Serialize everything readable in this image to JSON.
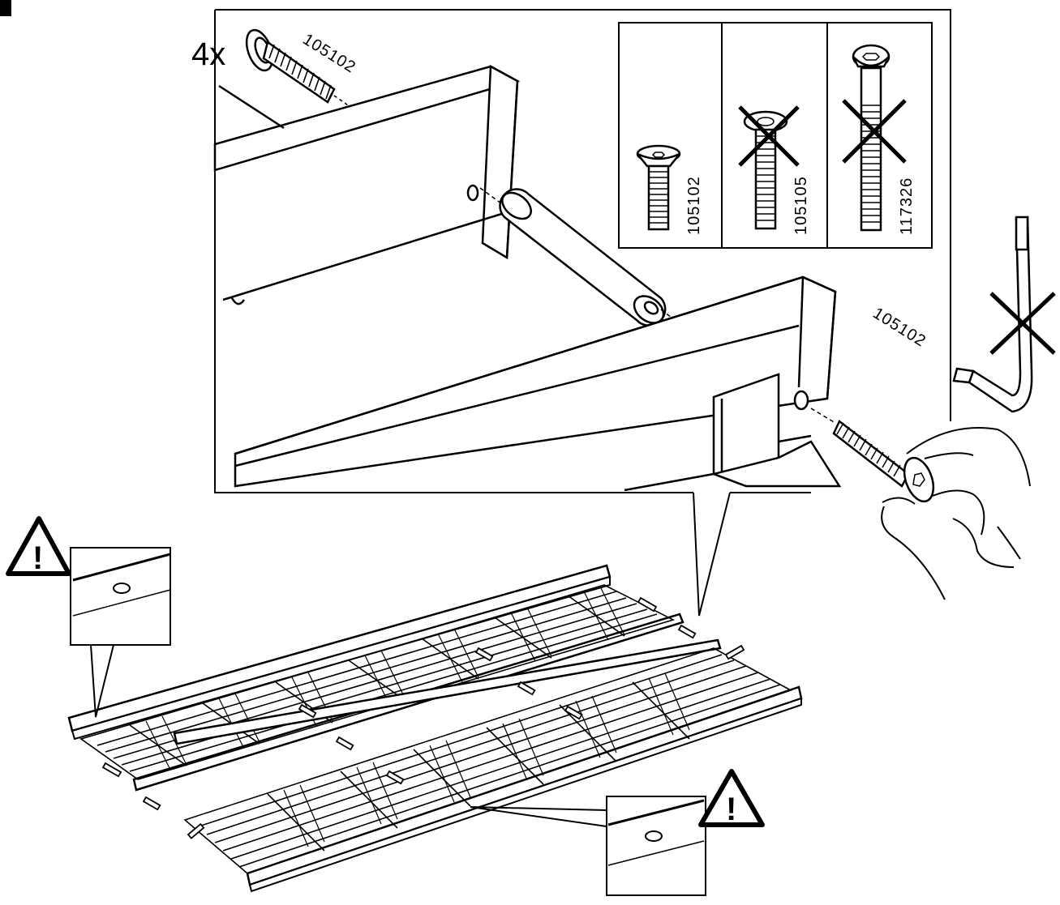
{
  "instruction": {
    "quantity_label": "4x",
    "screw_part_number": "105102",
    "side_screw_part_number": "105102"
  },
  "screw_comparison": {
    "items": [
      {
        "part": "105102",
        "status": "correct"
      },
      {
        "part": "105105",
        "status": "wrong"
      },
      {
        "part": "117326",
        "status": "wrong"
      }
    ]
  },
  "tools": {
    "allen_key_status": "not-needed"
  },
  "warnings": {
    "symbol": "!"
  },
  "colors": {
    "line": "#000000",
    "background": "#ffffff"
  }
}
